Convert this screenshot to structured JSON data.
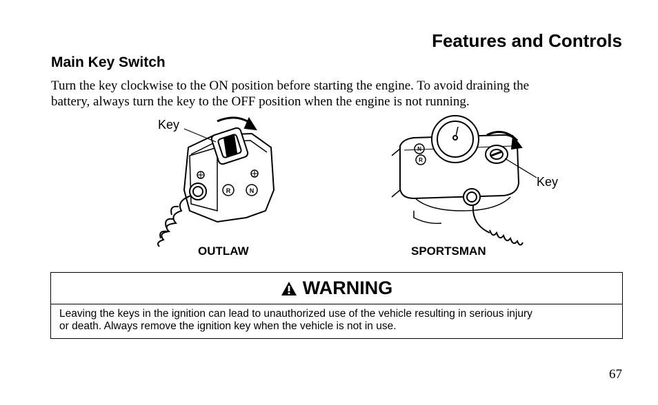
{
  "header": {
    "section_title": "Features and Controls"
  },
  "section": {
    "heading": "Main Key Switch",
    "body_lines": [
      "Turn the key clockwise to the ON position before starting the engine. To avoid draining the",
      "battery, always turn the key to the OFF position when the engine is not running."
    ]
  },
  "figures": {
    "outlaw": {
      "caption": "OUTLAW",
      "callout": "Key",
      "indicator_labels": [
        "R",
        "N"
      ]
    },
    "sportsman": {
      "caption": "SPORTSMAN",
      "callout": "Key",
      "indicator_labels": [
        "N",
        "R"
      ]
    }
  },
  "warning": {
    "title": "WARNING",
    "icon": "warning-triangle-icon",
    "text_lines": [
      "Leaving the keys in the ignition can lead to unauthorized use of the vehicle resulting in serious injury",
      "or death. Always remove the ignition key when the vehicle is not in use."
    ]
  },
  "footer": {
    "page_number": "67"
  }
}
